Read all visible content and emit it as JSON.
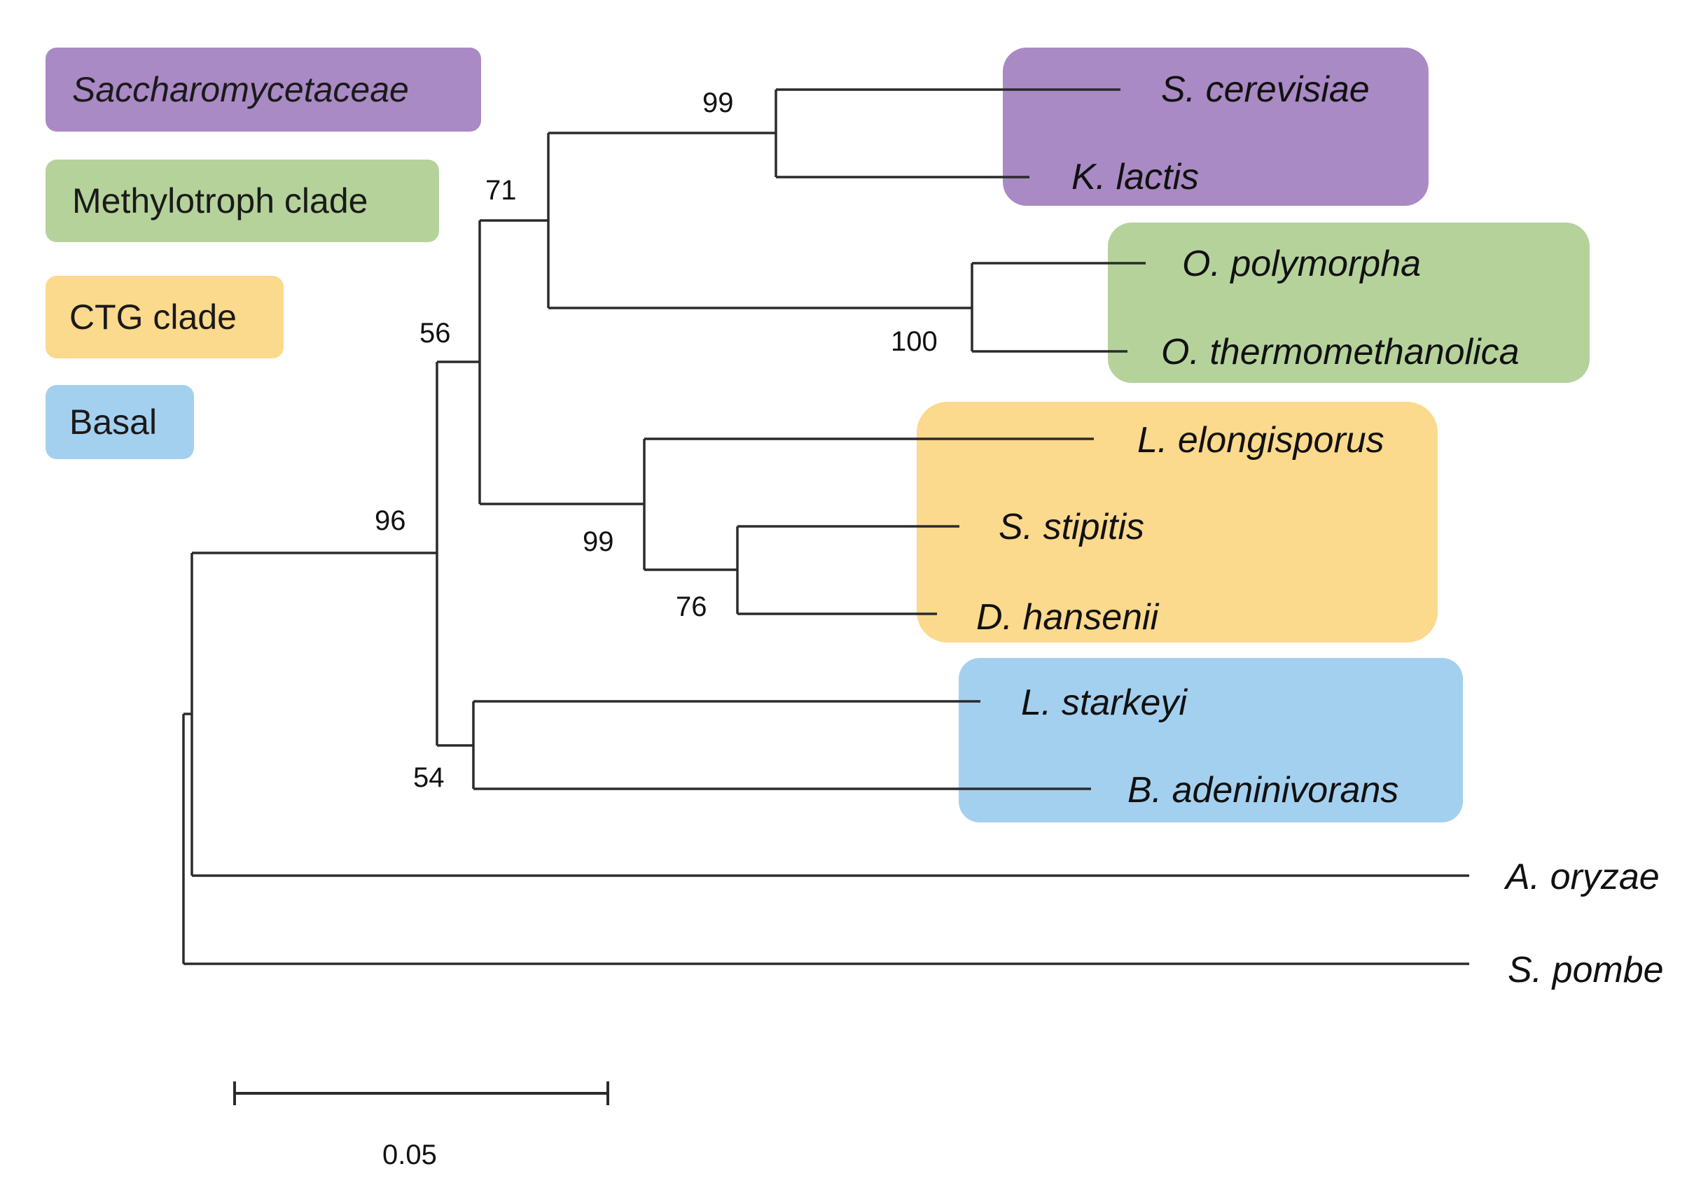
{
  "legend": {
    "saccharomycetaceae": {
      "label": "Saccharomycetaceae",
      "color": "#a98ac4"
    },
    "methylotroph": {
      "label": "Methylotroph clade",
      "color": "#b5d29b"
    },
    "ctg": {
      "label": "CTG clade",
      "color": "#fbd98d"
    },
    "basal": {
      "label": "Basal",
      "color": "#a4d0f0"
    }
  },
  "support": {
    "n99a": "99",
    "n71": "71",
    "n100": "100",
    "n56": "56",
    "n96": "96",
    "n99b": "99",
    "n76": "76",
    "n54": "54"
  },
  "taxa": {
    "s_cerevisiae": "S. cerevisiae",
    "k_lactis": "K. lactis",
    "o_polymorpha": "O. polymorpha",
    "o_thermomethanolica": "O. thermomethanolica",
    "l_elongisporus": "L. elongisporus",
    "s_stipitis": "S. stipitis",
    "d_hansenii": "D. hansenii",
    "l_starkeyi": "L. starkeyi",
    "b_adeninivorans": "B. adeninivorans",
    "a_oryzae": "A. oryzae",
    "s_pombe": "S. pombe"
  },
  "scale_bar": {
    "label": "0.05"
  }
}
